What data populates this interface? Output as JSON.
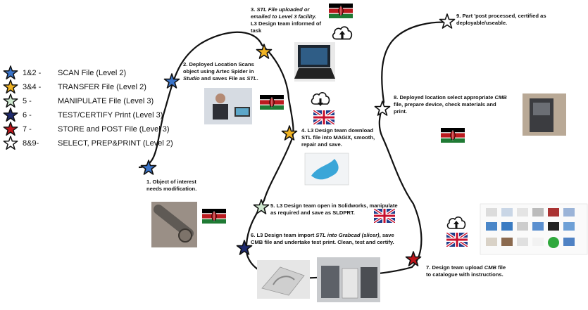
{
  "legend": [
    {
      "code": "1&2 -",
      "text": "SCAN File (Level 2)",
      "color": "#3a74c9"
    },
    {
      "code": "3&4 -",
      "text": "TRANSFER File (Level 2)",
      "color": "#f0b323"
    },
    {
      "code": "5 -",
      "text": "MANIPULATE File (Level 3)",
      "color": "#cfe8cf"
    },
    {
      "code": "6 -",
      "text": "TEST/CERTIFY Print (Level 3)",
      "color": "#1e2a6e"
    },
    {
      "code": "7 -",
      "text": "STORE and POST File (Level 3)",
      "color": "#c0141a"
    },
    {
      "code": "8&9-",
      "text": "SELECT, PREP&PRINT (Level 2)",
      "color": "#ffffff"
    }
  ],
  "steps": {
    "s1": [
      "1.  Object of interest",
      "needs modification."
    ],
    "s2": [
      "2.  Deployed Location Scans",
      "object using Artec Spider in",
      "Studio and saves File as STL."
    ],
    "s3": [
      "3. STL File uploaded or",
      "emailed to Level 3 facility.",
      "L3 Design team informed of",
      "task"
    ],
    "s4": [
      "4. L3 Design team download",
      "STL file into MAGIX, smooth,",
      "repair and save."
    ],
    "s5": [
      "5. L3 Design team open in Solidworks, manipulate",
      "as required and save as SLDPRT."
    ],
    "s6": [
      "6. L3 Design team import STL into Grabcad (slicer), save",
      "CMB file and undertake test print.  Clean, test and certify."
    ],
    "s7": [
      "7. Design team upload CMB file",
      "to catalogue with instructions."
    ],
    "s8": [
      "8.  Deployed location select appropriate CMB",
      "file, prepare device, check materials and",
      "print."
    ],
    "s9": [
      "9.  Part 'post processed, certified as",
      "deployable/useable."
    ]
  },
  "colors": {
    "path": "#111111",
    "kenya_black": "#000000",
    "kenya_red": "#bb1a1f",
    "kenya_green": "#1f7a34",
    "uk_blue": "#1f3c8a",
    "uk_red": "#c8102e"
  }
}
